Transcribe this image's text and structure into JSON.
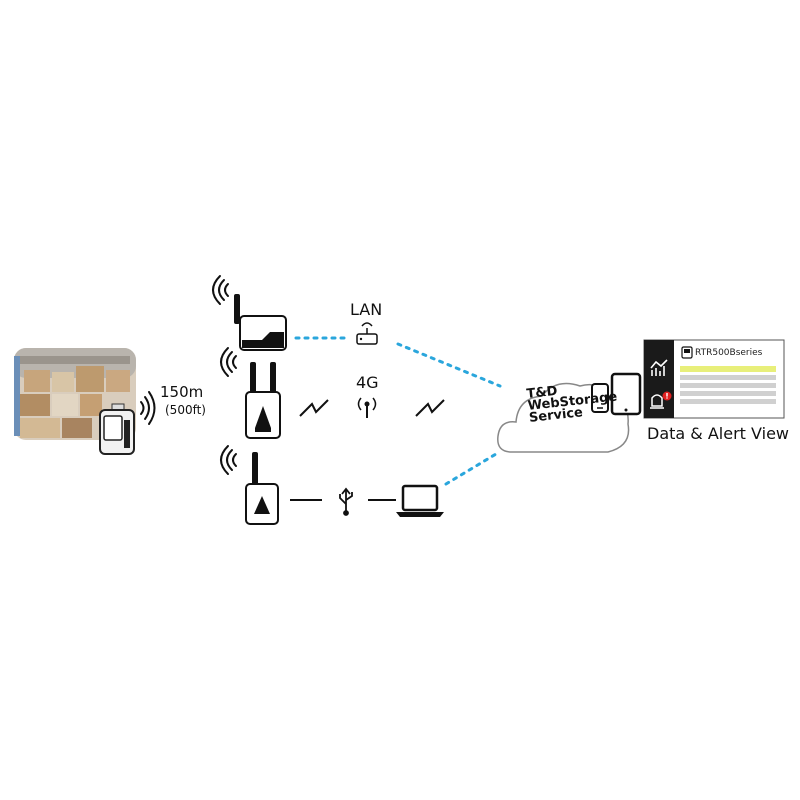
{
  "labels": {
    "range": "150m",
    "range_ft": "(500ft)",
    "lan": "LAN",
    "cellular": "4G",
    "view": "Data & Alert View"
  },
  "cloud": {
    "line1": "T&D",
    "line2": "WebStorage",
    "line3": "Service"
  },
  "dashboard": {
    "device_title": "RTR500Bseries"
  },
  "colors": {
    "link_dotted": "#2aa6dc",
    "highlight_row": "#e8ef7a",
    "alert": "#e02020",
    "dark": "#1a1a1a"
  },
  "icons": [
    "warehouse-photo",
    "data-logger",
    "wireless-waves",
    "lan-base-station",
    "4g-base-station",
    "usb-base-station",
    "router-icon",
    "antenna-icon",
    "usb-icon",
    "laptop-icon",
    "cloud-icon",
    "phone-icon",
    "tablet-icon",
    "graph-icon",
    "alarm-icon"
  ]
}
